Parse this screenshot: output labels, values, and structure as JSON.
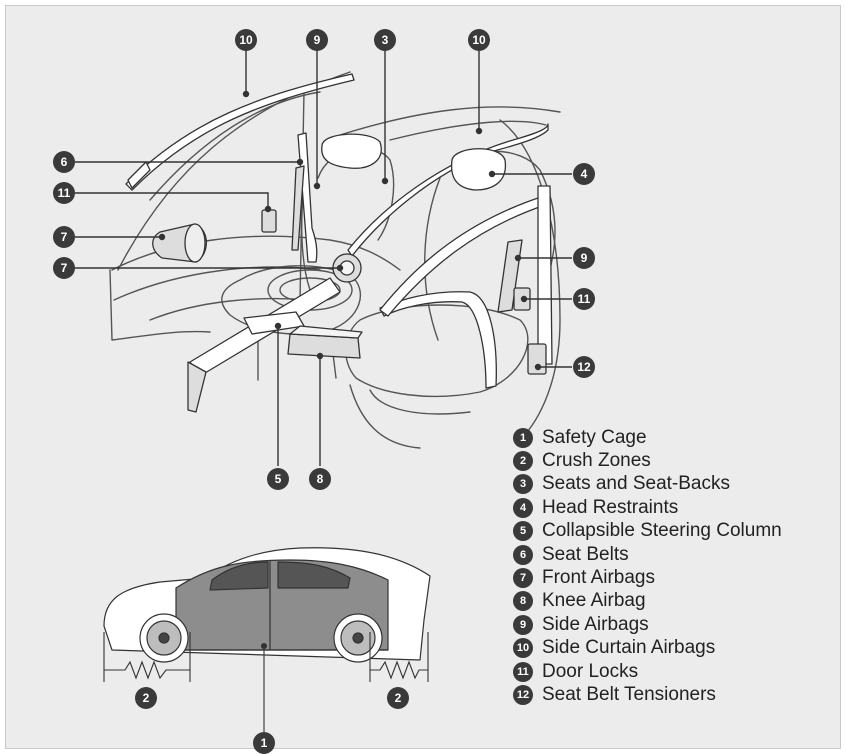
{
  "legend": [
    {
      "num": "1",
      "label": "Safety Cage"
    },
    {
      "num": "2",
      "label": "Crush Zones"
    },
    {
      "num": "3",
      "label": "Seats and Seat-Backs"
    },
    {
      "num": "4",
      "label": "Head Restraints"
    },
    {
      "num": "5",
      "label": "Collapsible Steering Column"
    },
    {
      "num": "6",
      "label": "Seat Belts"
    },
    {
      "num": "7",
      "label": "Front Airbags"
    },
    {
      "num": "8",
      "label": "Knee Airbag"
    },
    {
      "num": "9",
      "label": "Side Airbags"
    },
    {
      "num": "10",
      "label": "Side Curtain Airbags"
    },
    {
      "num": "11",
      "label": "Door Locks"
    },
    {
      "num": "12",
      "label": "Seat Belt Tensioners"
    }
  ],
  "callouts": {
    "top_curtain_left": "10",
    "top_side_airbag": "9",
    "top_seats": "3",
    "top_curtain_right": "10",
    "seat_belt": "6",
    "door_lock_left": "11",
    "front_airbag_passenger": "7",
    "front_airbag_driver": "7",
    "head_restraint": "4",
    "side_airbag_right": "9",
    "door_lock_right": "11",
    "tensioner": "12",
    "steering_column": "5",
    "knee_airbag": "8",
    "safety_cage": "1",
    "crush_zone_front": "2",
    "crush_zone_rear": "2"
  },
  "colors": {
    "background": "#ececec",
    "badge": "#3a3a3a",
    "line": "#333333"
  }
}
